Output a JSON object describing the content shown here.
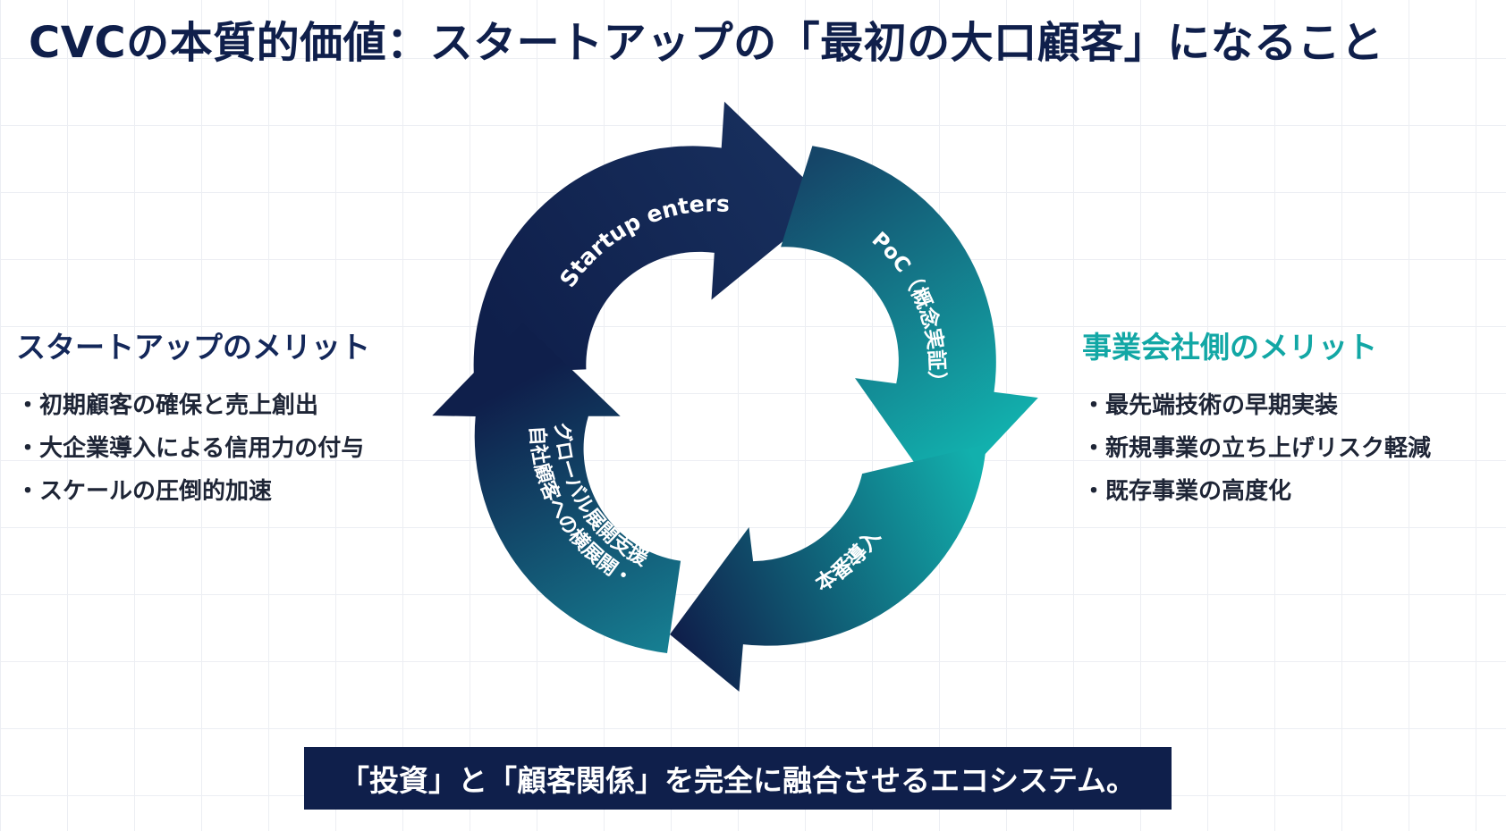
{
  "title": "CVCの本質的価値：スタートアップの「最初の大口顧客」になること",
  "left_panel": {
    "heading": "スタートアップのメリット",
    "items": [
      "初期顧客の確保と売上創出",
      "大企業導入による信用力の付与",
      "スケールの圧倒的加速"
    ]
  },
  "right_panel": {
    "heading": "事業会社側のメリット",
    "items": [
      "最先端技術の早期実装",
      "新規事業の立ち上げリスク軽減",
      "既存事業の高度化"
    ]
  },
  "cycle": {
    "steps": [
      "Startup enters",
      "PoC（概念実証）",
      "本番導入",
      "自社顧客への横展開・グローバル展開支援"
    ]
  },
  "banner": "「投資」と「顧客関係」を完全に融合させるエコシステム。",
  "colors": {
    "navy": "#0f1f4b",
    "teal": "#12b5b0",
    "right_heading": "#12a7a5"
  }
}
